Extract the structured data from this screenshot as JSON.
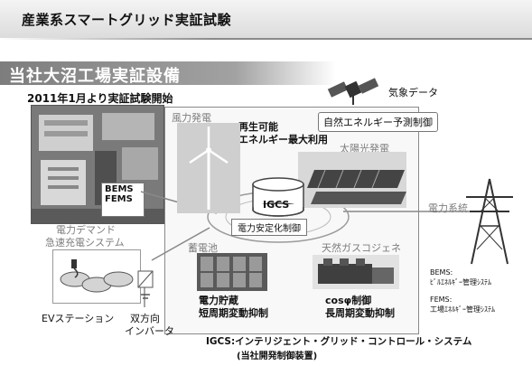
{
  "header": {
    "title": "産業系スマートグリッド実証試験"
  },
  "section": {
    "title": "当社大沼工場実証設備"
  },
  "start_note": "2011年1月より実証試験開始",
  "weather": {
    "label": "気象データ"
  },
  "forecast": {
    "label": "自然エネルギー予測制御"
  },
  "renewable": {
    "line1": "再生可能",
    "line2": "エネルギー最大利用"
  },
  "wind": {
    "label": "風力発電"
  },
  "solar": {
    "label": "太陽光発電"
  },
  "factory": {
    "bems": "BEMS",
    "fems": "FEMS"
  },
  "igcs": {
    "label": "IGCS",
    "sub": "電力安定化制御"
  },
  "grid": {
    "label": "電力系統"
  },
  "demand": {
    "line1": "電力デマンド",
    "line2": "急速充電システム"
  },
  "storage_battery": {
    "label": "蓄電池"
  },
  "cogeneration": {
    "label": "天然ガスコジェネ"
  },
  "storage_control": {
    "line1": "電力貯蔵",
    "line2": "短周期変動抑制"
  },
  "cos_control": {
    "line1": "cosφ制御",
    "line2": "長周期変動抑制"
  },
  "ev": {
    "label": "EVステーション"
  },
  "inverter": {
    "line1": "双方向",
    "line2": "インバータ"
  },
  "legend": {
    "bems_title": "BEMS:",
    "bems_desc": "ﾋﾞﾙｴﾈﾙｷﾞｰ管理ｼｽﾃﾑ",
    "fems_title": "FEMS:",
    "fems_desc": "工場ｴﾈﾙｷﾞｰ管理ｼｽﾃﾑ"
  },
  "footer": {
    "line1": "IGCS:インテリジェント・グリッド・コントロール・システム",
    "line2": "(当社開発制御装置)"
  }
}
